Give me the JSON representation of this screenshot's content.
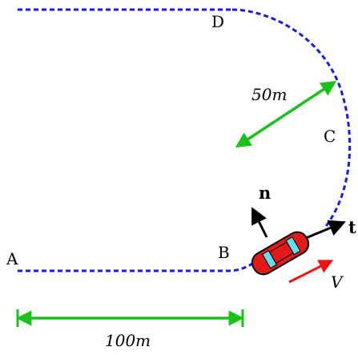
{
  "diagram": {
    "points": {
      "A": "A",
      "B": "B",
      "C": "C",
      "D": "D"
    },
    "vectors": {
      "normal": "n",
      "tangent": "t",
      "velocity": "V"
    },
    "dimensions": {
      "radius": "50m",
      "straight": "100m"
    },
    "colors": {
      "path": "#1a1adf",
      "dimension": "#19c219",
      "velocity": "#ee1111",
      "car_body": "#e21a1a",
      "car_window": "#66ddee",
      "vector": "#000000"
    }
  }
}
